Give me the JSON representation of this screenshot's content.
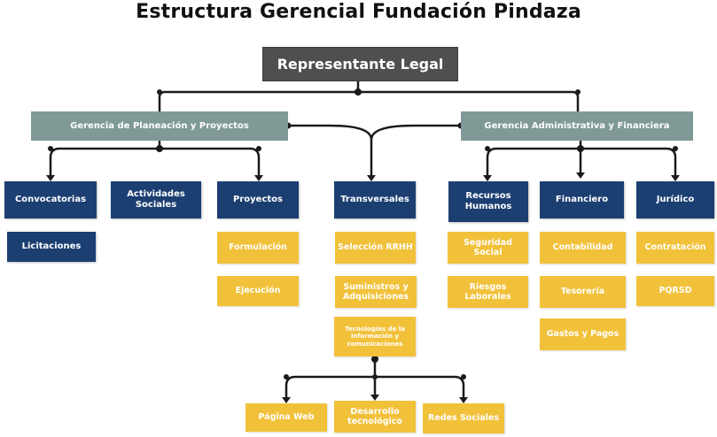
{
  "title": "Estructura Gerencial Fundación Pindaza",
  "colors": {
    "root": "#4f4f4f",
    "management": "#7f9a96",
    "area": "#1c3f72",
    "function": "#f2c13a",
    "connector": "#1a1a1a"
  },
  "root": "Representante Legal",
  "gerencias": {
    "planeacion": "Gerencia de Planeación y Proyectos",
    "administrativa": "Gerencia Administrativa y Financiera"
  },
  "areas": {
    "convocatorias": "Convocatorias",
    "licitaciones": "Licitaciones",
    "actividades": "Actividades Sociales",
    "proyectos": "Proyectos",
    "transversales": "Transversales",
    "rrhh": "Recursos Humanos",
    "financiero": "Financiero",
    "juridico": "Jurídico"
  },
  "proyectos_items": [
    "Formulación",
    "Ejecución"
  ],
  "transversales_items": [
    "Selección RRHH",
    "Suministros y Adquisiciones",
    "Tecnologías de la información y comunicaciones"
  ],
  "tic_items": [
    "Página Web",
    "Desarrollo tecnológico",
    "Redes Sociales"
  ],
  "rrhh_items": [
    "Seguridad Social",
    "Riesgos Laborales"
  ],
  "financiero_items": [
    "Contabilidad",
    "Tesorería",
    "Gastos y Pagos"
  ],
  "juridico_items": [
    "Contratación",
    "PQRSD"
  ]
}
